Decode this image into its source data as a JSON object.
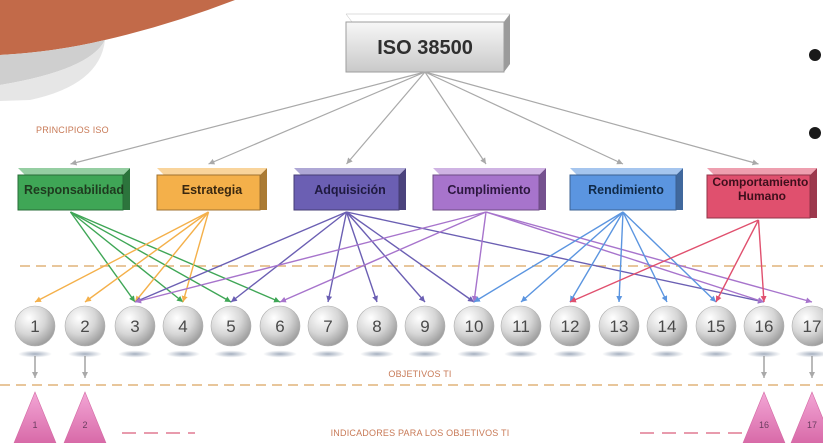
{
  "title": "ISO 38500",
  "labels": {
    "principles": "PRINCIPIOS ISO",
    "objectives": "OBJETIVOS TI",
    "indicators": "INDICADORES PARA LOS OBJETIVOS TI"
  },
  "principles": [
    {
      "label": "Responsabilidad",
      "color": "#3fa656"
    },
    {
      "label": "Estrategia",
      "color": "#f4b04a"
    },
    {
      "label": "Adquisición",
      "color": "#6b5fb3"
    },
    {
      "label": "Cumplimiento",
      "color": "#a774cc"
    },
    {
      "label": "Rendimiento",
      "color": "#5b95e0"
    },
    {
      "label": "Comportamiento Humano",
      "color": "#e0506e"
    }
  ],
  "objectives": [
    "1",
    "2",
    "3",
    "4",
    "5",
    "6",
    "7",
    "8",
    "9",
    "10",
    "11",
    "12",
    "13",
    "14",
    "15",
    "16",
    "17"
  ],
  "indicators": [
    "1",
    "2",
    "16",
    "17"
  ],
  "links": [
    [
      0,
      3
    ],
    [
      0,
      4
    ],
    [
      0,
      5
    ],
    [
      0,
      6
    ],
    [
      1,
      1
    ],
    [
      1,
      2
    ],
    [
      1,
      3
    ],
    [
      1,
      4
    ],
    [
      2,
      3
    ],
    [
      2,
      5
    ],
    [
      2,
      7
    ],
    [
      2,
      8
    ],
    [
      2,
      9
    ],
    [
      2,
      10
    ],
    [
      2,
      16
    ],
    [
      3,
      3
    ],
    [
      3,
      6
    ],
    [
      3,
      10
    ],
    [
      3,
      16
    ],
    [
      3,
      17
    ],
    [
      4,
      10
    ],
    [
      4,
      11
    ],
    [
      4,
      12
    ],
    [
      4,
      13
    ],
    [
      4,
      14
    ],
    [
      4,
      15
    ],
    [
      5,
      12
    ],
    [
      5,
      15
    ],
    [
      5,
      16
    ]
  ],
  "colors": {
    "accent_orange": "#c8643c",
    "dashed_line": "#e0b47a",
    "connector": "#a9a9a9",
    "ball": "#d9d9d9",
    "triangle": "#e48fc0"
  }
}
